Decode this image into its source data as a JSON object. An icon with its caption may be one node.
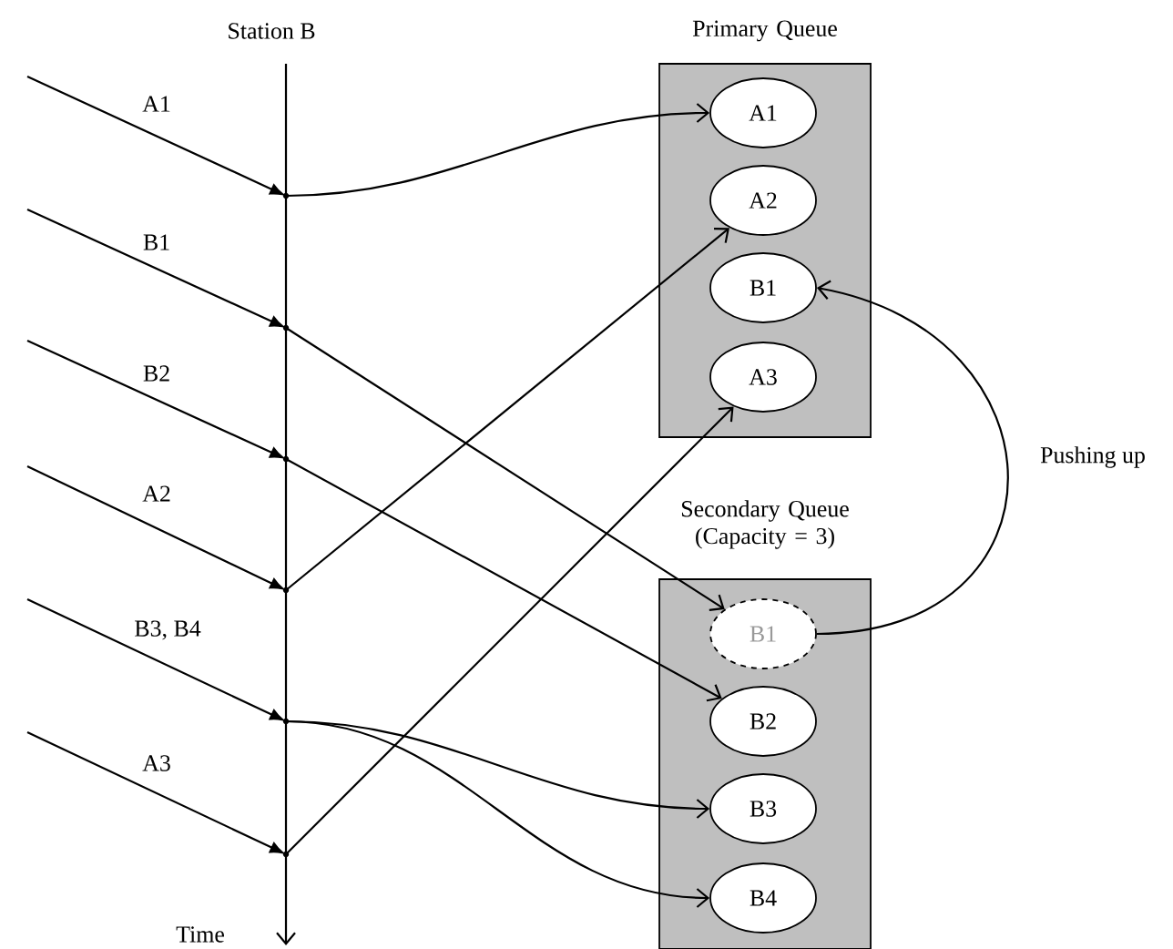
{
  "diagram": {
    "nodes": [
      {
        "text": [
          "Primary Queue"
        ]
      },
      {
        "text": [
          "A1"
        ],
        "in": 0
      },
      {
        "text": [
          "A2"
        ],
        "in": 0
      },
      {
        "text": [
          "B1"
        ],
        "in": 0
      },
      {
        "text": [
          "A3"
        ],
        "in": 0
      },
      {
        "text": [
          "Secondary Queue (Capacity = 3)"
        ]
      },
      {
        "text": [
          "B1"
        ],
        "in": 5
      },
      {
        "text": [
          "B2"
        ],
        "in": 5
      },
      {
        "text": [
          "B3"
        ],
        "in": 5
      },
      {
        "text": [
          "B4"
        ],
        "in": 5
      },
      {
        "text": [],
        "shape": "point"
      },
      {
        "text": [],
        "shape": "point"
      },
      {
        "text": [],
        "shape": "point"
      },
      {
        "text": [],
        "shape": "point"
      },
      {
        "text": [],
        "shape": "point"
      },
      {
        "text": [],
        "shape": "point"
      }
    ],
    "edges": [
      {
        "from": null,
        "to": 10,
        "arrow": "to",
        "label": "A1"
      },
      {
        "from": null,
        "to": 11,
        "arrow": "to",
        "label": "B1"
      },
      {
        "from": null,
        "to": 12,
        "arrow": "to",
        "label": "B2"
      },
      {
        "from": null,
        "to": 13,
        "arrow": "to",
        "label": "A2"
      },
      {
        "from": null,
        "to": 14,
        "arrow": "to",
        "label": "B3, B4"
      },
      {
        "from": null,
        "to": 15,
        "arrow": "to",
        "label": "A3"
      },
      {
        "from": 10,
        "to": 1,
        "arrow": "to"
      },
      {
        "from": 11,
        "to": 6,
        "arrow": "to"
      },
      {
        "from": 12,
        "to": 7,
        "arrow": "to"
      },
      {
        "from": 13,
        "to": 2,
        "arrow": "to"
      },
      {
        "from": 14,
        "to": 8,
        "arrow": "to"
      },
      {
        "from": 14,
        "to": 9,
        "arrow": "to"
      },
      {
        "from": 15,
        "to": 4,
        "arrow": "to"
      },
      {
        "from": 6,
        "to": 3,
        "arrow": "to",
        "label": "Pushing up"
      }
    ],
    "labels": [
      "Station B",
      "Time"
    ]
  }
}
